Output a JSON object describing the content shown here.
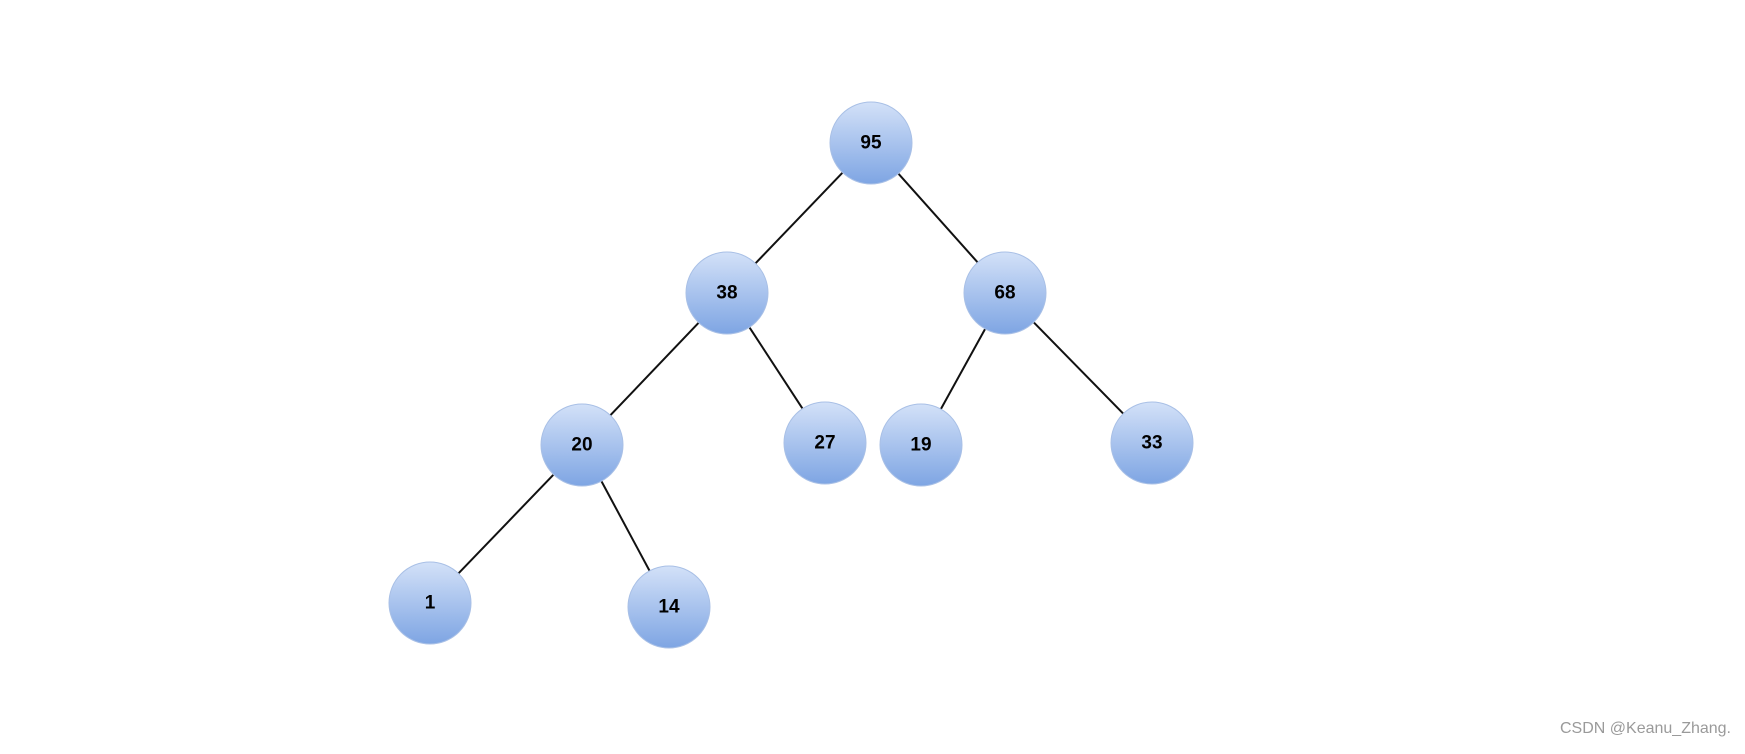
{
  "tree": {
    "nodes": [
      {
        "id": "n95",
        "label": "95"
      },
      {
        "id": "n38",
        "label": "38"
      },
      {
        "id": "n68",
        "label": "68"
      },
      {
        "id": "n20",
        "label": "20"
      },
      {
        "id": "n27",
        "label": "27"
      },
      {
        "id": "n19",
        "label": "19"
      },
      {
        "id": "n33",
        "label": "33"
      },
      {
        "id": "n1",
        "label": "1"
      },
      {
        "id": "n14",
        "label": "14"
      }
    ],
    "edges": [
      {
        "from": "n95",
        "to": "n38"
      },
      {
        "from": "n95",
        "to": "n68"
      },
      {
        "from": "n38",
        "to": "n20"
      },
      {
        "from": "n38",
        "to": "n27"
      },
      {
        "from": "n68",
        "to": "n19"
      },
      {
        "from": "n68",
        "to": "n33"
      },
      {
        "from": "n20",
        "to": "n1"
      },
      {
        "from": "n20",
        "to": "n14"
      }
    ]
  },
  "colors": {
    "node_top": "#d3e1f8",
    "node_bottom": "#7ea5e3"
  },
  "watermark": "CSDN @Keanu_Zhang."
}
